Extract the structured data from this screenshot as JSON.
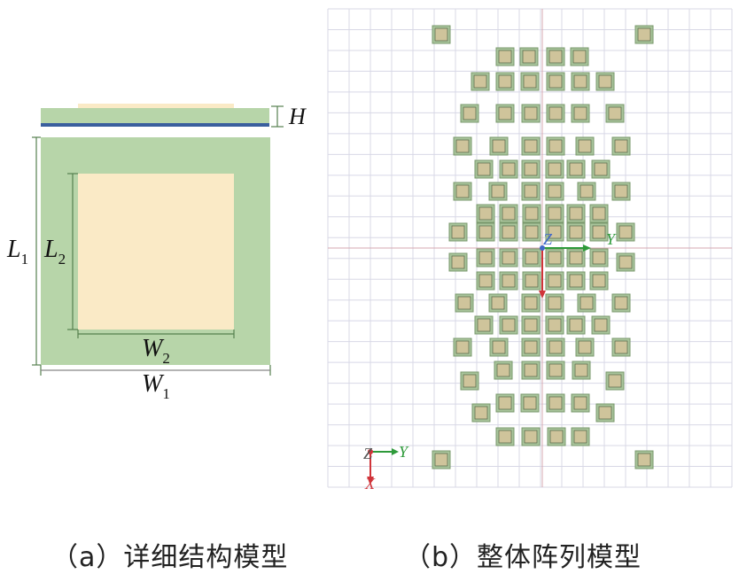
{
  "colors": {
    "substrate": "#b7d5a9",
    "patch": "#faeac6",
    "ground": "#3a5f9e",
    "dim_line": "#56804f",
    "grid": "#d8d8e6",
    "grid_axis": "#d7a8b0",
    "cell_fill": "#cfc49b",
    "cell_border": "#79986c",
    "axis_x": "#d0343a",
    "axis_y": "#2e9a3a",
    "axis_z": "#4168c8"
  },
  "panel_a": {
    "labels": {
      "H": "H",
      "L1": "L",
      "L1_sub": "1",
      "L2": "L",
      "L2_sub": "2",
      "W1": "W",
      "W1_sub": "1",
      "W2": "W",
      "W2_sub": "2"
    },
    "caption": "（a）详细结构模型"
  },
  "panel_b": {
    "grid_columns": 19,
    "grid_rows": 23,
    "axis_center": {
      "label_z": "Z",
      "label_y": "Y"
    },
    "axis_corner": {
      "label_z": "Z",
      "label_y": "Y",
      "label_x": "X"
    },
    "caption": "（b）整体阵列模型"
  }
}
